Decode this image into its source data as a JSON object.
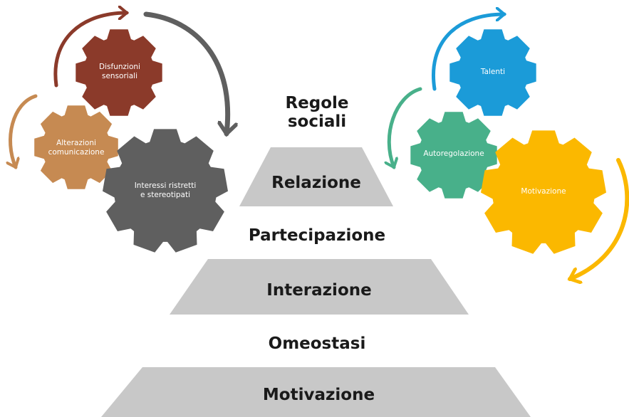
{
  "pyramid": {
    "top_heading": "Regole sociali",
    "top_heading_line1": "Regole",
    "top_heading_line2": "sociali",
    "tier1": "Relazione",
    "between1": "Partecipazione",
    "tier2": "Interazione",
    "between2": "Omeostasi",
    "tier3": "Motivazione"
  },
  "left_gears": {
    "disfunzioni": {
      "line1": "Disfunzioni",
      "line2": "sensoriali",
      "color": "#8B3A2A"
    },
    "alterazioni": {
      "line1": "Alterazioni",
      "line2": "comunicazione",
      "color": "#C68A52"
    },
    "interessi": {
      "line1": "Interessi ristretti",
      "line2": "e stereotipati",
      "color": "#5F5F5F"
    }
  },
  "right_gears": {
    "talenti": {
      "label": "Talenti",
      "color": "#1B9BD8"
    },
    "autoregolazione": {
      "label": "Autoregolazione",
      "color": "#48B08A"
    },
    "motivazione": {
      "label": "Motivazione",
      "color": "#FBB800"
    }
  },
  "colors": {
    "trapezoid": "#C8C8C8"
  }
}
